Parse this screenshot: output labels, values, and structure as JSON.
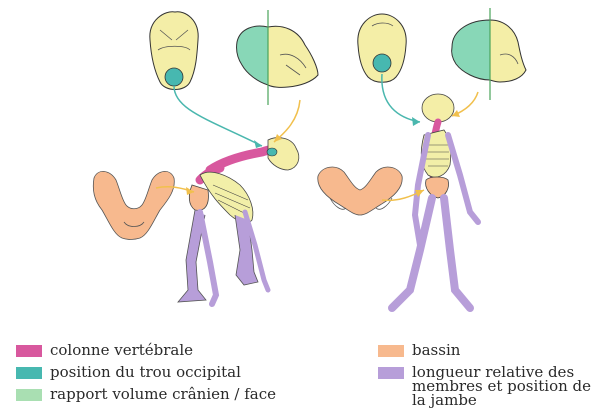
{
  "legend": [
    {
      "label": "colonne vertébrale",
      "color": "#d8589e"
    },
    {
      "label": "position du trou occipital",
      "color": "#47b8b0"
    },
    {
      "label": "rapport volume crânien / face",
      "color": "#a9dfb2"
    },
    {
      "label": "bassin",
      "color": "#f7b98e"
    },
    {
      "label": "longueur relative des membres et position de la jambe",
      "color": "#b79ed9"
    }
  ],
  "colors": {
    "skull": "#f4eea7",
    "face_green": "#88d7b7",
    "vertebra": "#d8589e",
    "foramen": "#47b8b0",
    "pelvis": "#f7b98e",
    "limbs": "#b79ed9",
    "bone": "#f2efa8",
    "arrow_teal": "#4ab7ae",
    "arrow_yellow": "#f1c04d",
    "line_green": "#4aa35b"
  }
}
